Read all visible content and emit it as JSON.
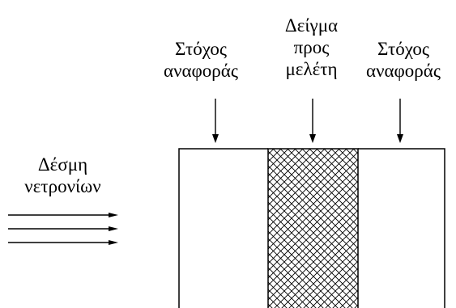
{
  "beam": {
    "label_lines": [
      "Δέσμη",
      "νετρονίων"
    ],
    "arrow_count": 3
  },
  "targets": [
    {
      "label_lines": [
        "Στόχος",
        "αναφοράς"
      ],
      "fill": "none"
    },
    {
      "label_lines": [
        "Δείγμα",
        "προς",
        "μελέτη"
      ],
      "fill": "crosshatch"
    },
    {
      "label_lines": [
        "Στόχος",
        "αναφοράς"
      ],
      "fill": "none"
    }
  ],
  "colors": {
    "stroke": "#000000",
    "background": "#ffffff"
  }
}
